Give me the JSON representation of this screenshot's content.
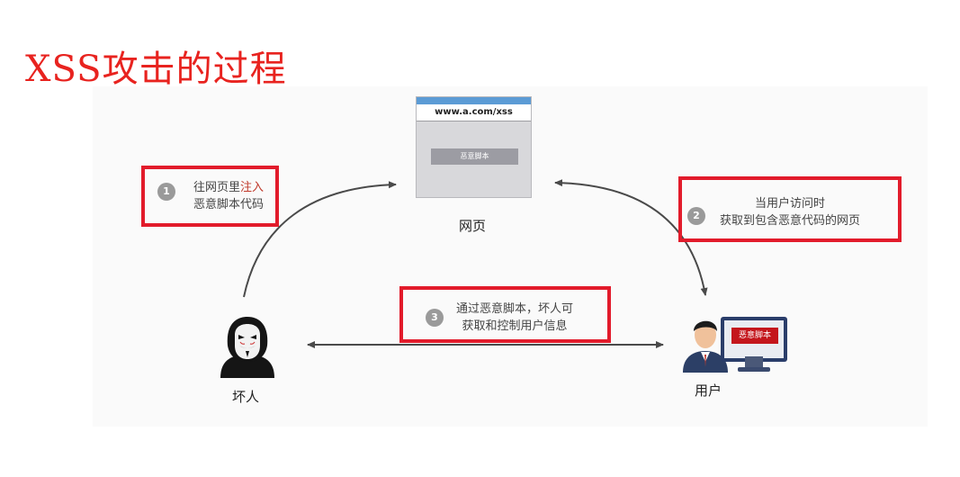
{
  "title": "XSS攻击的过程",
  "webpage": {
    "url": "www.a.com/xss",
    "script_label": "恶意脚本",
    "caption": "网页"
  },
  "attacker": {
    "caption": "坏人"
  },
  "user": {
    "caption": "用户",
    "screen_label": "恶意脚本"
  },
  "steps": [
    {
      "number": "1",
      "line1_prefix": "往网页里",
      "line1_highlight": "注入",
      "line2": "恶意脚本代码"
    },
    {
      "number": "2",
      "line1": "当用户访问时",
      "line2": "获取到包含恶意代码的网页"
    },
    {
      "number": "3",
      "line1": "通过恶意脚本，坏人可",
      "line2": "获取和控制用户信息"
    }
  ],
  "colors": {
    "title": "#e8231f",
    "highlight_box": "#e21b2b",
    "browser_bar": "#5b9bd5",
    "arrow": "#4a4a4a"
  }
}
